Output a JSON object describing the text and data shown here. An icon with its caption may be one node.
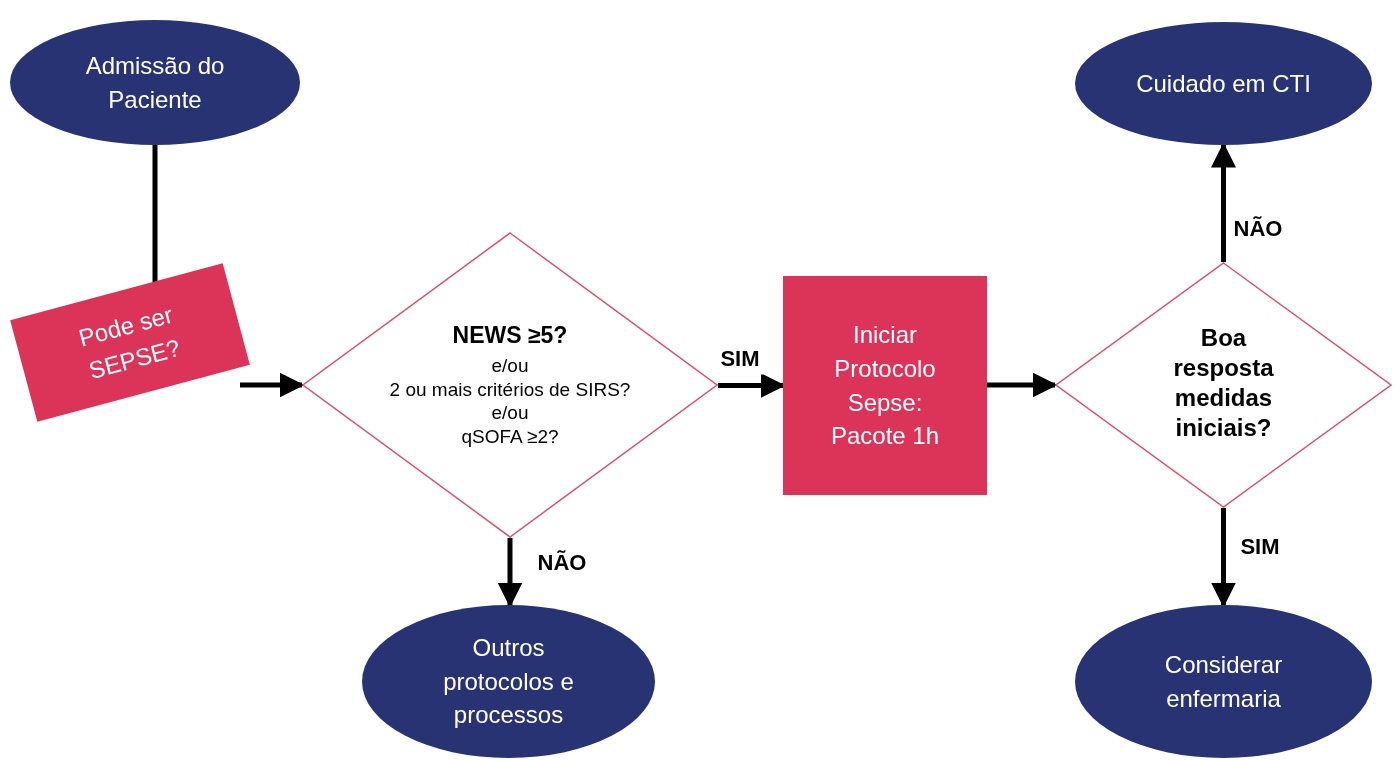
{
  "diagram": {
    "nodes": [
      {
        "text": [
          "Admissão do Paciente"
        ]
      },
      {
        "text": [
          "Pode ser SEPSE?"
        ]
      },
      {
        "text": [
          "NEWS ≥5?",
          "e/ou",
          "2 ou mais critérios de SIRS?",
          "e/ou",
          "qSOFA ≥2?"
        ]
      },
      {
        "text": [
          "Iniciar Protocolo Sepse: Pacote 1h"
        ]
      },
      {
        "text": [
          "Boa resposta medidas iniciais?"
        ]
      },
      {
        "text": [
          "Cuidado em CTI"
        ]
      },
      {
        "text": [
          "Outros protocolos e processos"
        ]
      },
      {
        "text": [
          "Considerar enfermaria"
        ]
      }
    ],
    "edges": [
      {
        "from": 0,
        "to": 1,
        "arrow": "none"
      },
      {
        "from": 1,
        "to": 2,
        "arrow": "to"
      },
      {
        "from": 2,
        "to": 3,
        "arrow": "to",
        "label": "SIM"
      },
      {
        "from": 2,
        "to": 6,
        "arrow": "to",
        "label": "NÃO"
      },
      {
        "from": 3,
        "to": 4,
        "arrow": "to"
      },
      {
        "from": 4,
        "to": 5,
        "arrow": "to",
        "label": "NÃO"
      },
      {
        "from": 4,
        "to": 7,
        "arrow": "to",
        "label": "SIM"
      }
    ]
  }
}
